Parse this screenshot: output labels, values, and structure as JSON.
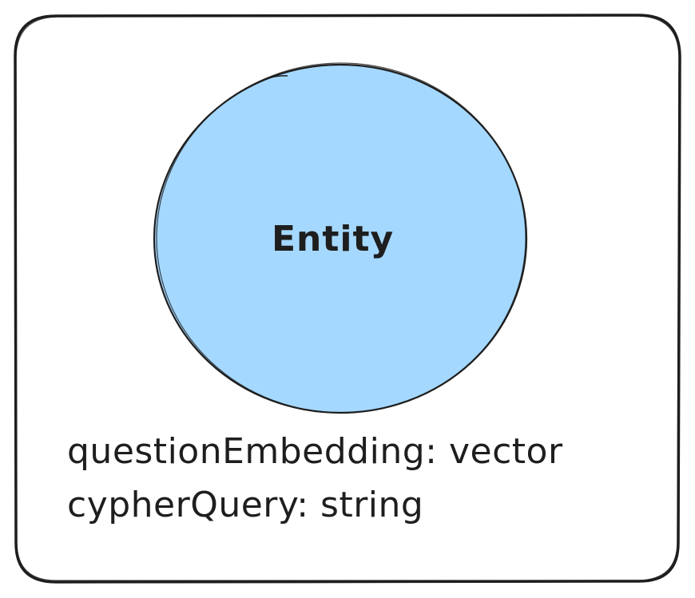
{
  "diagram": {
    "container": {
      "shape": "rounded-rectangle",
      "stroke": "#1e1e1e",
      "fill": "#ffffff"
    },
    "entity": {
      "label": "Entity",
      "shape": "ellipse",
      "fill": "#a5d8ff",
      "stroke": "#1e1e1e"
    },
    "properties": [
      {
        "text": "questionEmbedding: vector"
      },
      {
        "text": "cypherQuery: string"
      }
    ]
  }
}
